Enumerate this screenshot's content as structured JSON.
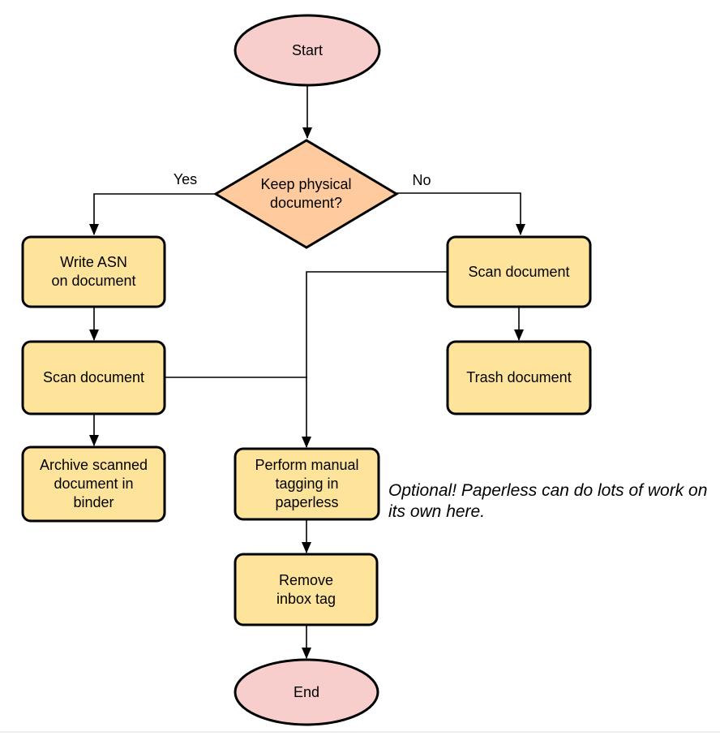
{
  "diagram": {
    "background_color": "#ffffff",
    "stroke_color": "#000000",
    "colors": {
      "terminator_fill": "#f8cecc",
      "decision_fill": "#ffcb9e",
      "process_fill": "#fee49a"
    },
    "nodes": {
      "start": {
        "type": "terminator",
        "fill": "#f8cecc",
        "lines": [
          "Start"
        ]
      },
      "decision_keep_physical": {
        "type": "decision",
        "fill": "#ffcb9e",
        "lines": [
          "Keep physical",
          "document?"
        ]
      },
      "write_asn": {
        "type": "process",
        "fill": "#fee49a",
        "lines": [
          "Write ASN",
          "on document"
        ]
      },
      "scan_document_left": {
        "type": "process",
        "fill": "#fee49a",
        "lines": [
          "Scan document"
        ]
      },
      "archive_binder": {
        "type": "process",
        "fill": "#fee49a",
        "lines": [
          "Archive scanned",
          "document in",
          "binder"
        ]
      },
      "scan_document_right": {
        "type": "process",
        "fill": "#fee49a",
        "lines": [
          "Scan document"
        ]
      },
      "trash_document": {
        "type": "process",
        "fill": "#fee49a",
        "lines": [
          "Trash document"
        ]
      },
      "manual_tagging": {
        "type": "process",
        "fill": "#fee49a",
        "lines": [
          "Perform manual",
          "tagging in",
          "paperless"
        ]
      },
      "remove_inbox_tag": {
        "type": "process",
        "fill": "#fee49a",
        "lines": [
          "Remove",
          "inbox tag"
        ]
      },
      "end": {
        "type": "terminator",
        "fill": "#f8cecc",
        "lines": [
          "End"
        ]
      }
    },
    "edge_labels": {
      "yes": "Yes",
      "no": "No"
    },
    "annotation": {
      "lines": [
        "Optional! Paperless can do lots of work on",
        "its own here."
      ]
    }
  }
}
